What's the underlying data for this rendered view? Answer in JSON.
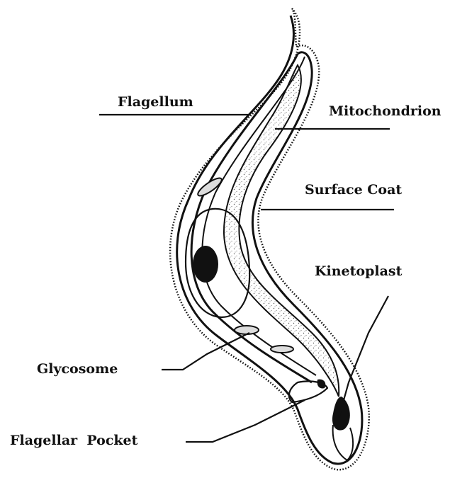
{
  "labels": {
    "flagellum": "Flagellum",
    "mitochondrion": "Mitochondrion",
    "surface_coat": "Surface Coat",
    "kinetoplast": "Kinetoplast",
    "glycosome": "Glycosome",
    "flagellar_pocket": "Flagellar  Pocket"
  }
}
